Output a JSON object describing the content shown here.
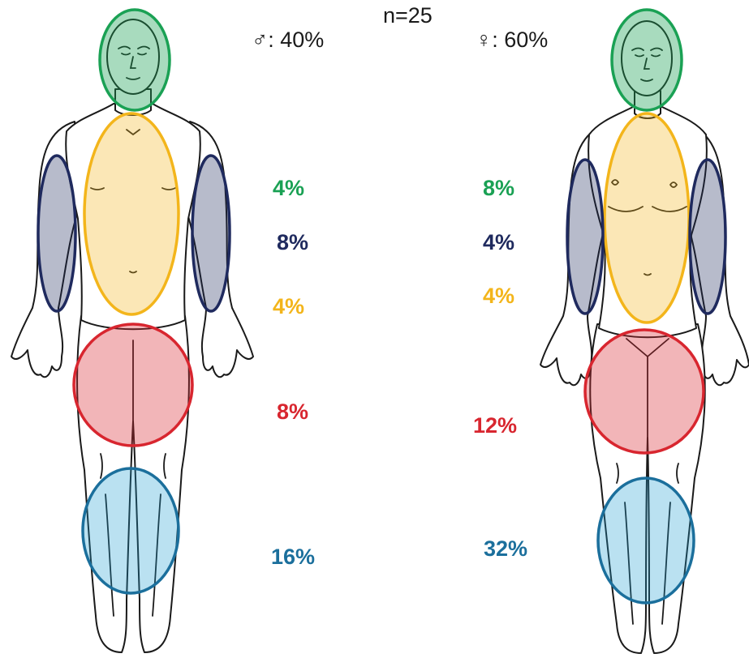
{
  "header": {
    "sample_size": "n=25",
    "male_share": "♂: 40%",
    "female_share": "♀: 60%"
  },
  "colors": {
    "head": "#1aa154",
    "arms": "#1f2a5e",
    "trunk": "#f3b51b",
    "groin": "#d8262f",
    "legs": "#1b6f9c"
  },
  "male": {
    "head": "4%",
    "arms": "8%",
    "trunk": "4%",
    "groin": "8%",
    "legs": "16%"
  },
  "female": {
    "head": "8%",
    "arms": "4%",
    "trunk": "4%",
    "groin": "12%",
    "legs": "32%"
  }
}
